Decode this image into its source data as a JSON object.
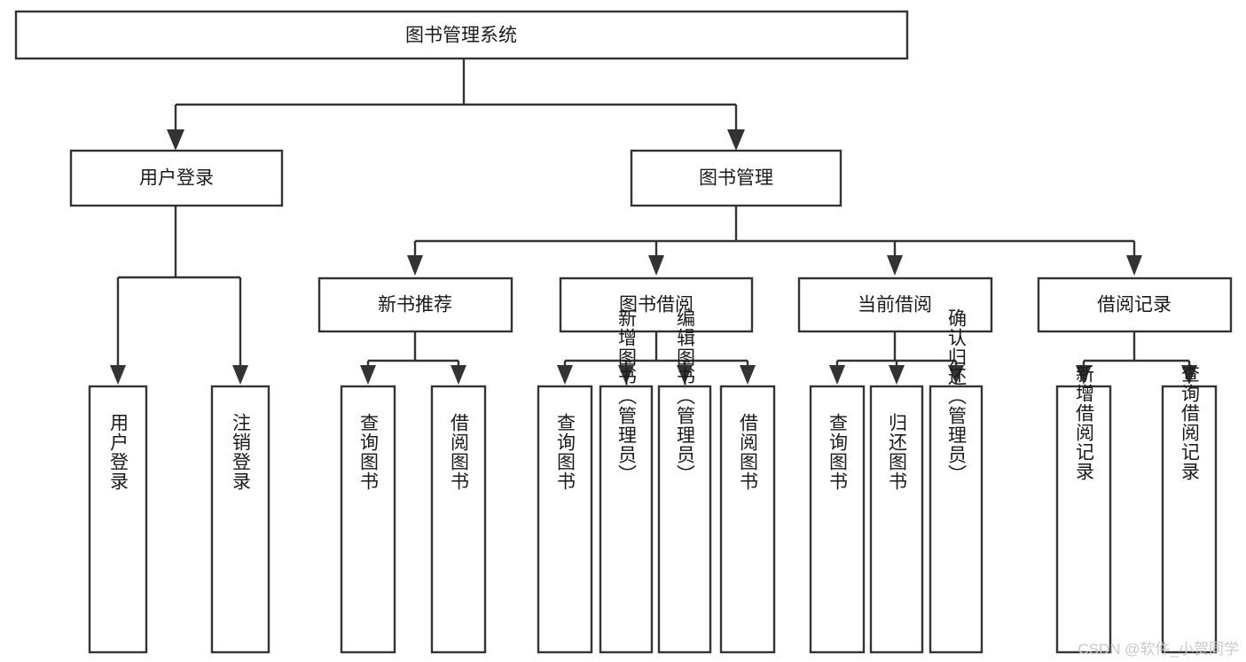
{
  "diagram": {
    "title": "图书管理系统",
    "type": "tree-hierarchy-flowchart",
    "root": {
      "id": "root",
      "label": "图书管理系统",
      "orientation": "horizontal"
    },
    "level2": [
      {
        "id": "user-login",
        "label": "用户登录",
        "orientation": "horizontal"
      },
      {
        "id": "book-manage",
        "label": "图书管理",
        "orientation": "horizontal"
      }
    ],
    "level3": [
      {
        "id": "new-book-rec",
        "label": "新书推荐",
        "orientation": "horizontal",
        "parent": "book-manage"
      },
      {
        "id": "book-borrow",
        "label": "图书借阅",
        "orientation": "horizontal",
        "parent": "book-manage"
      },
      {
        "id": "current-borrow",
        "label": "当前借阅",
        "orientation": "horizontal",
        "parent": "book-manage"
      },
      {
        "id": "borrow-record",
        "label": "借阅记录",
        "orientation": "horizontal",
        "parent": "book-manage"
      }
    ],
    "leaves": [
      {
        "id": "leaf-user-login",
        "label": "用户登录",
        "orientation": "vertical",
        "parent": "user-login"
      },
      {
        "id": "leaf-logout",
        "label": "注销登录",
        "orientation": "vertical",
        "parent": "user-login"
      },
      {
        "id": "leaf-query-book-1",
        "label": "查询图书",
        "orientation": "vertical",
        "parent": "new-book-rec"
      },
      {
        "id": "leaf-borrow-book-1",
        "label": "借阅图书",
        "orientation": "vertical",
        "parent": "new-book-rec"
      },
      {
        "id": "leaf-query-book-2",
        "label": "查询图书",
        "orientation": "vertical",
        "parent": "book-borrow"
      },
      {
        "id": "leaf-add-book",
        "label": "新增图书（管理员）",
        "orientation": "vertical",
        "parent": "book-borrow"
      },
      {
        "id": "leaf-edit-book",
        "label": "编辑图书（管理员）",
        "orientation": "vertical",
        "parent": "book-borrow"
      },
      {
        "id": "leaf-borrow-book-2",
        "label": "借阅图书",
        "orientation": "vertical",
        "parent": "book-borrow"
      },
      {
        "id": "leaf-query-book-3",
        "label": "查询图书",
        "orientation": "vertical",
        "parent": "current-borrow"
      },
      {
        "id": "leaf-return-book",
        "label": "归还图书",
        "orientation": "vertical",
        "parent": "current-borrow"
      },
      {
        "id": "leaf-confirm-return",
        "label": "确认归还（管理员）",
        "orientation": "vertical",
        "parent": "current-borrow"
      },
      {
        "id": "leaf-add-record",
        "label": "新增借阅记录",
        "orientation": "vertical",
        "parent": "borrow-record"
      },
      {
        "id": "leaf-query-record",
        "label": "查询借阅记录",
        "orientation": "vertical",
        "parent": "borrow-record"
      }
    ]
  },
  "watermark": {
    "text": "CSDN @软件_小贺同学"
  },
  "colors": {
    "box_stroke": "#333333",
    "box_fill": "#ffffff",
    "text": "#1a1a1a",
    "connector": "#333333",
    "watermark": "#c9c9c9",
    "background": "#ffffff"
  }
}
